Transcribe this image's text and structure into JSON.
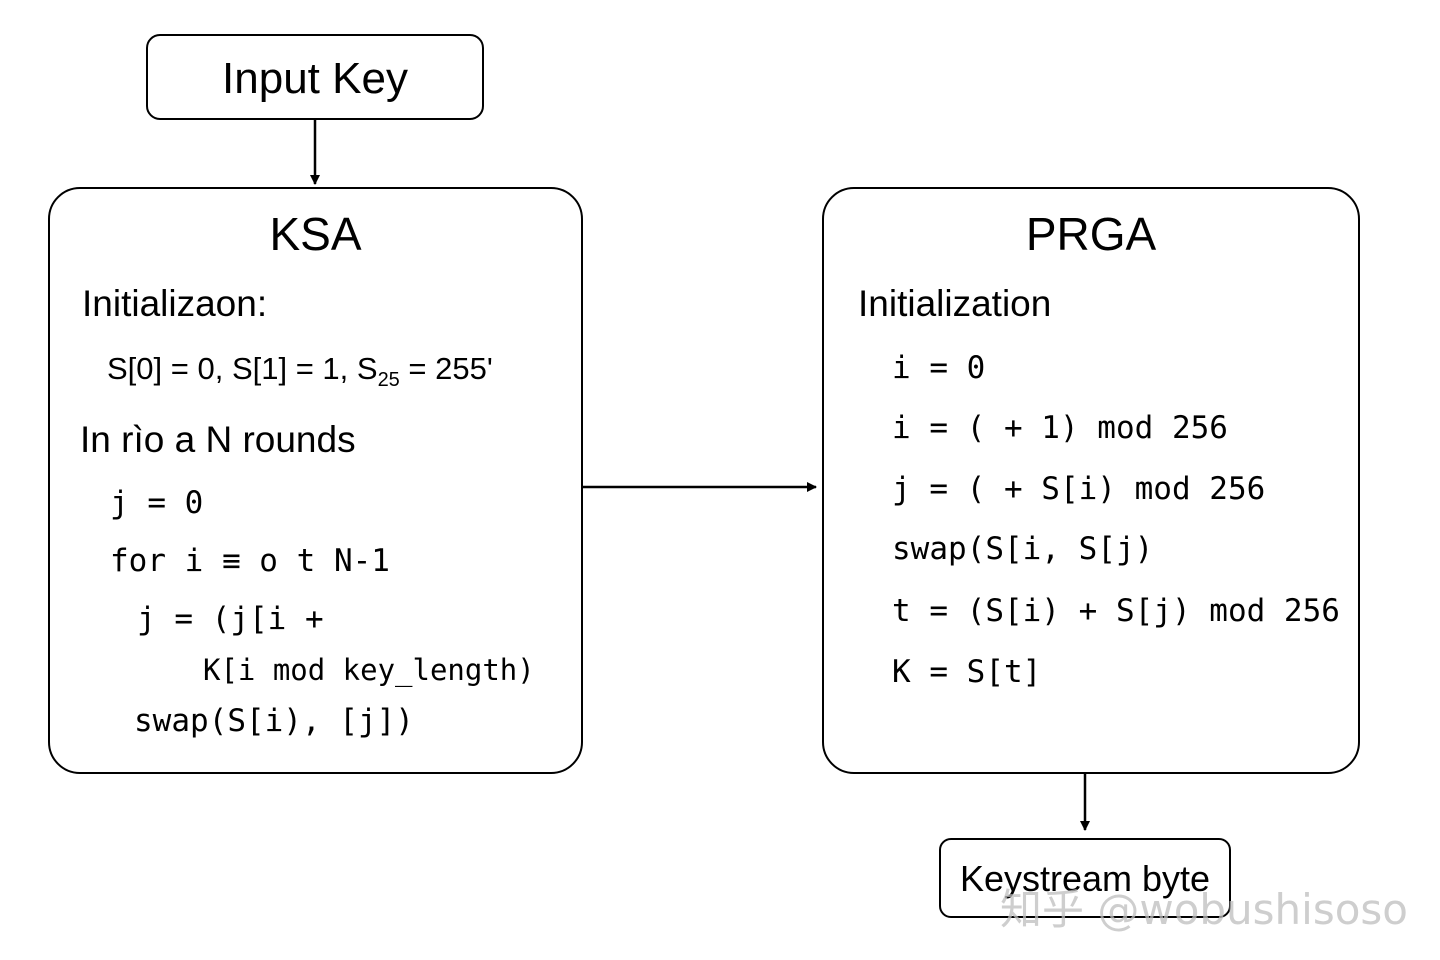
{
  "input_box": {
    "label": "Input Key"
  },
  "ksa": {
    "title": "KSA",
    "init_heading": "Initializaon:",
    "init_line_a": "S[0] = 0, S[1] = 1, S",
    "init_sub": "25",
    "init_line_b": " = 255'",
    "rounds_heading": "In rìo a N rounds",
    "code": {
      "line1": "j = 0",
      "line2": "for i ≡ o t N-1",
      "line3": "j = (j[i +",
      "line4": "K[i mod key_length)",
      "line5": "swap(S[i), [j])"
    }
  },
  "prga": {
    "title": "PRGA",
    "init_heading": "Initialization",
    "code": {
      "line1": "i = 0",
      "line2": "i = ( + 1) mod 256",
      "line3": "j = ( + S[i) mod 256",
      "line4": "swap(S[i, S[j)",
      "line5": "t = (S[i) + S[j)  mod 256",
      "line6": "K = S[t]"
    }
  },
  "output_box": {
    "label": "Keystream byte"
  },
  "watermark": {
    "text": "知乎 @wobushisoso"
  }
}
